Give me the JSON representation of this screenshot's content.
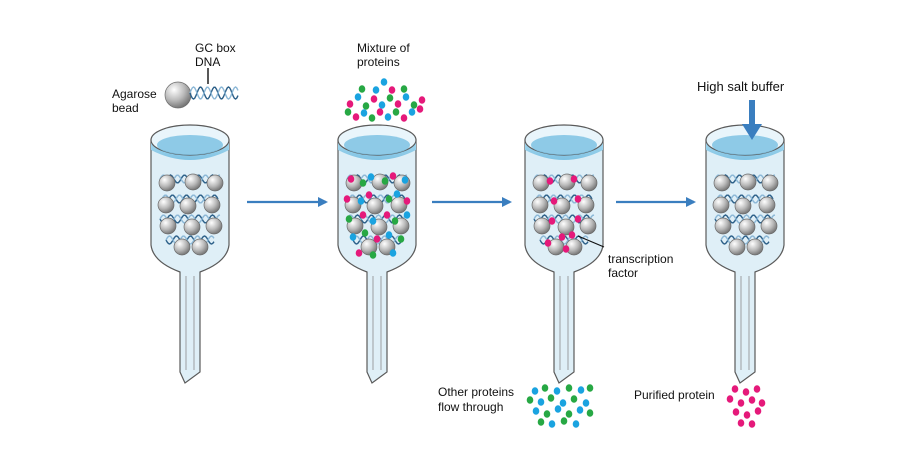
{
  "labels": {
    "gc_box": "GC box",
    "dna": "DNA",
    "agarose": "Agarose",
    "bead": "bead",
    "mixture_line1": "Mixture of",
    "mixture_line2": "proteins",
    "high_salt": "High salt buffer",
    "tf_line1": "transcription",
    "tf_line2": "factor",
    "other_line1": "Other proteins",
    "other_line2": "flow through",
    "purified": "Purified protein"
  },
  "colors": {
    "magenta": "#e5197a",
    "blue": "#1aa3e0",
    "green": "#27a844",
    "arrow": "#3a7ebf",
    "bead": "#b9b9b9",
    "column_fill": "#dfeff7",
    "liquid": "#7ec2e3"
  },
  "icons": {
    "bead": "agarose-bead-icon",
    "dna": "dna-helix-icon",
    "arrow": "right-arrow-icon",
    "buffer_arrow": "down-arrow-icon"
  }
}
